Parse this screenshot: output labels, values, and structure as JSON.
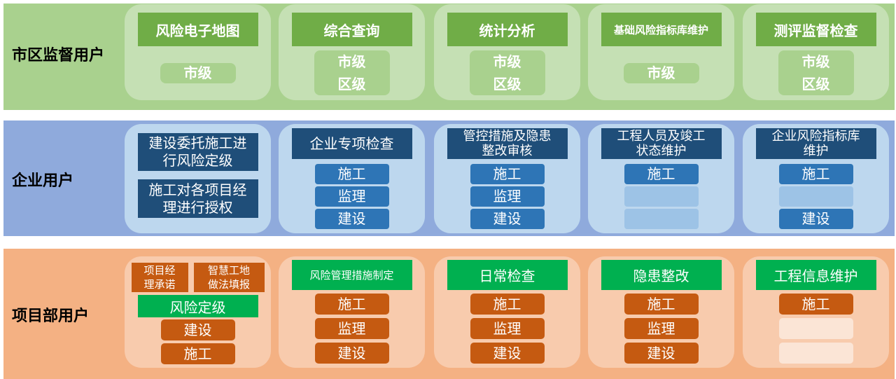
{
  "rows": [
    {
      "label": "市区监督用户",
      "panels": [
        {
          "title": "风险电子地图",
          "levels": [
            "市级"
          ]
        },
        {
          "title": "综合查询",
          "levels": [
            "市级",
            "区级"
          ]
        },
        {
          "title": "统计分析",
          "levels": [
            "市级",
            "区级"
          ]
        },
        {
          "title": "基础风险指标库维护",
          "levels": [
            "市级"
          ]
        },
        {
          "title": "测评监督检查",
          "levels": [
            "市级",
            "区级"
          ]
        }
      ]
    },
    {
      "label": "企业用户",
      "panels": [
        {
          "titles": [
            "建设委托施工进行风险定级",
            "施工对各项目经理进行授权"
          ]
        },
        {
          "title": "企业专项检查",
          "roles": [
            "施工",
            "监理",
            "建设"
          ]
        },
        {
          "title": "管控措施及隐患整改审核",
          "roles": [
            "施工",
            "监理",
            "建设"
          ]
        },
        {
          "title": "工程人员及竣工状态维护",
          "roles": [
            "施工"
          ]
        },
        {
          "title": "企业风险指标库维护",
          "roles": [
            "施工",
            "建设"
          ]
        }
      ]
    },
    {
      "label": "项目部用户",
      "panels": [
        {
          "top": [
            "项目经理承诺",
            "智慧工地做法填报"
          ],
          "title": "风险定级",
          "roles": [
            "建设",
            "施工"
          ]
        },
        {
          "title": "风险管理措施制定",
          "roles": [
            "施工",
            "监理",
            "建设"
          ]
        },
        {
          "title": "日常检查",
          "roles": [
            "施工",
            "监理",
            "建设"
          ]
        },
        {
          "title": "隐患整改",
          "roles": [
            "施工",
            "监理",
            "建设"
          ]
        },
        {
          "title": "工程信息维护",
          "roles": [
            "施工"
          ]
        }
      ]
    }
  ],
  "colors": {
    "green_band": "#a9d18e",
    "blue_band": "#8faadc",
    "orange_band": "#f4b183",
    "green_header": "#70ad47",
    "navy_header": "#1f4e79",
    "blue_button": "#2e75b6",
    "orange_button": "#c55a11",
    "bright_green": "#00b050"
  }
}
